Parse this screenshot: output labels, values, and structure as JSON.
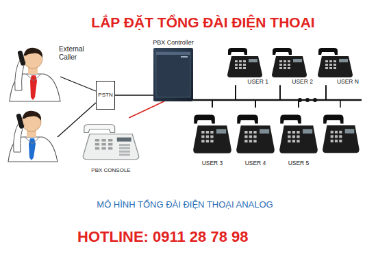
{
  "diagram": {
    "title": "LẮP ĐẶT TỔNG ĐÀI ĐIỆN THOẠI",
    "caption": "MÔ HÌNH TỔNG ĐÀI ĐIỆN THOẠI ANALOG",
    "nodes": [
      {
        "text": [
          "PSTN"
        ]
      },
      {
        "text": [
          "PBX Controller"
        ]
      },
      {
        "text": [
          "PBX CONSOLE"
        ]
      },
      {
        "text": [
          "USER 1"
        ]
      },
      {
        "text": [
          "USER 2"
        ]
      },
      {
        "text": [
          "USER N"
        ]
      },
      {
        "text": [
          "USER 3"
        ]
      },
      {
        "text": [
          "USER 4"
        ]
      },
      {
        "text": [
          "USER 5"
        ]
      }
    ],
    "edges": [
      {
        "from": 0,
        "to": 1,
        "arrow": "none"
      },
      {
        "from": 1,
        "to": 2,
        "arrow": "none"
      },
      {
        "from": 1,
        "to": 3,
        "arrow": "none"
      },
      {
        "from": 1,
        "to": 4,
        "arrow": "none"
      },
      {
        "from": 1,
        "to": 5,
        "arrow": "none"
      },
      {
        "from": 1,
        "to": 6,
        "arrow": "none"
      },
      {
        "from": 1,
        "to": 7,
        "arrow": "none"
      },
      {
        "from": 1,
        "to": 8,
        "arrow": "none"
      }
    ],
    "labels": [
      "External Caller",
      "HOTLINE: 0911 28 78 98"
    ]
  }
}
